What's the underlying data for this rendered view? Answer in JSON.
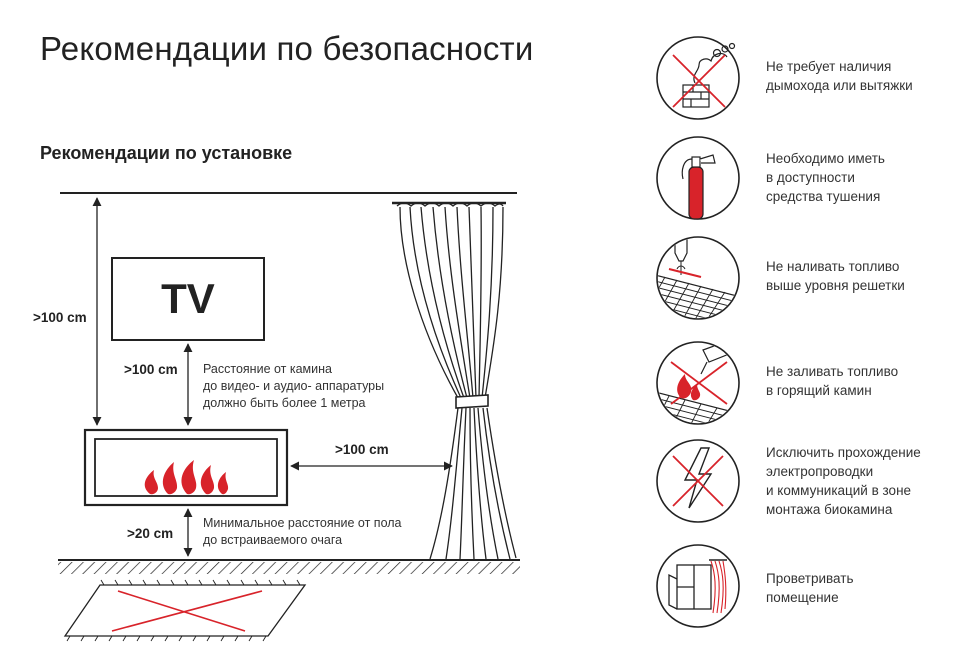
{
  "header": {
    "title": "Рекомендации по безопасности",
    "subtitle": "Рекомендации по установке"
  },
  "diagram": {
    "tv_label": "TV",
    "dim_ceiling": ">100 cm",
    "dim_tv": ">100 cm",
    "dim_side": ">100 cm",
    "dim_floor": ">20 cm",
    "note_tv": [
      "Расстояние от камина",
      "до видео- и аудио- аппаратуры",
      "должно быть более 1 метра"
    ],
    "note_floor": [
      "Минимальное расстояние от пола",
      "до встраиваемого очага"
    ]
  },
  "colors": {
    "accent": "#d8232a",
    "line": "#222222"
  },
  "rules": [
    {
      "icon": "no-chimney-icon",
      "lines": [
        "Не требует наличия",
        "дымохода или вытяжки"
      ]
    },
    {
      "icon": "fire-extinguisher-icon",
      "lines": [
        "Необходимо иметь",
        "в доступности",
        "средства тушения"
      ]
    },
    {
      "icon": "fuel-level-icon",
      "lines": [
        "Не наливать топливо",
        "выше уровня решетки"
      ]
    },
    {
      "icon": "no-refuel-burning-icon",
      "lines": [
        "Не заливать топливо",
        "в горящий камин"
      ]
    },
    {
      "icon": "no-wiring-icon",
      "lines": [
        "Исключить прохождение",
        "электропроводки",
        "и коммуникаций в зоне",
        "монтажа биокамина"
      ]
    },
    {
      "icon": "ventilate-icon",
      "lines": [
        "Проветривать",
        "помещение"
      ]
    }
  ]
}
